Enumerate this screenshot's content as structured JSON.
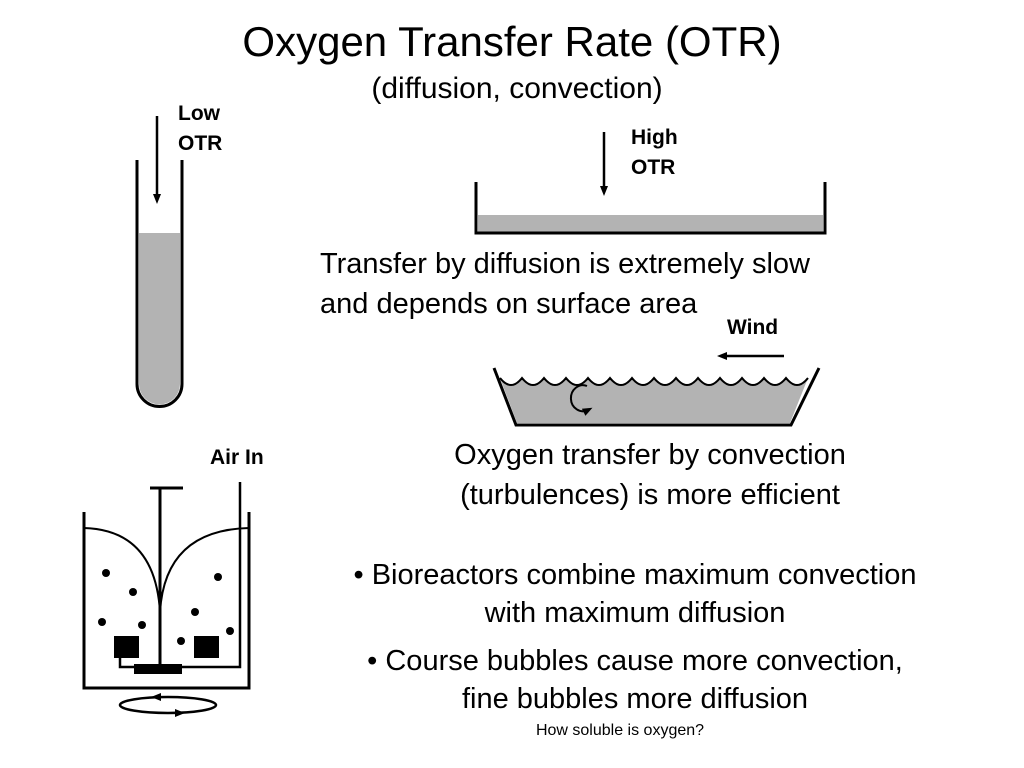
{
  "title": "Oxygen Transfer Rate (OTR)",
  "subtitle": "(diffusion, convection)",
  "labels": {
    "low_otr": [
      "Low",
      "OTR"
    ],
    "high_otr": [
      "High",
      "OTR"
    ],
    "wind": "Wind",
    "air_in": "Air In"
  },
  "diffusion_text": [
    "Transfer by diffusion is extremely slow",
    "and depends on surface area"
  ],
  "convection_text": [
    "Oxygen transfer by convection",
    "(turbulences) is more efficient"
  ],
  "bullets": [
    [
      "• Bioreactors combine maximum convection",
      "with maximum diffusion"
    ],
    [
      "• Course bubbles cause more convection,",
      "fine bubbles more diffusion"
    ]
  ],
  "footnote": "How soluble is oxygen?",
  "colors": {
    "liquid": "#b3b3b3",
    "line": "#000000"
  }
}
